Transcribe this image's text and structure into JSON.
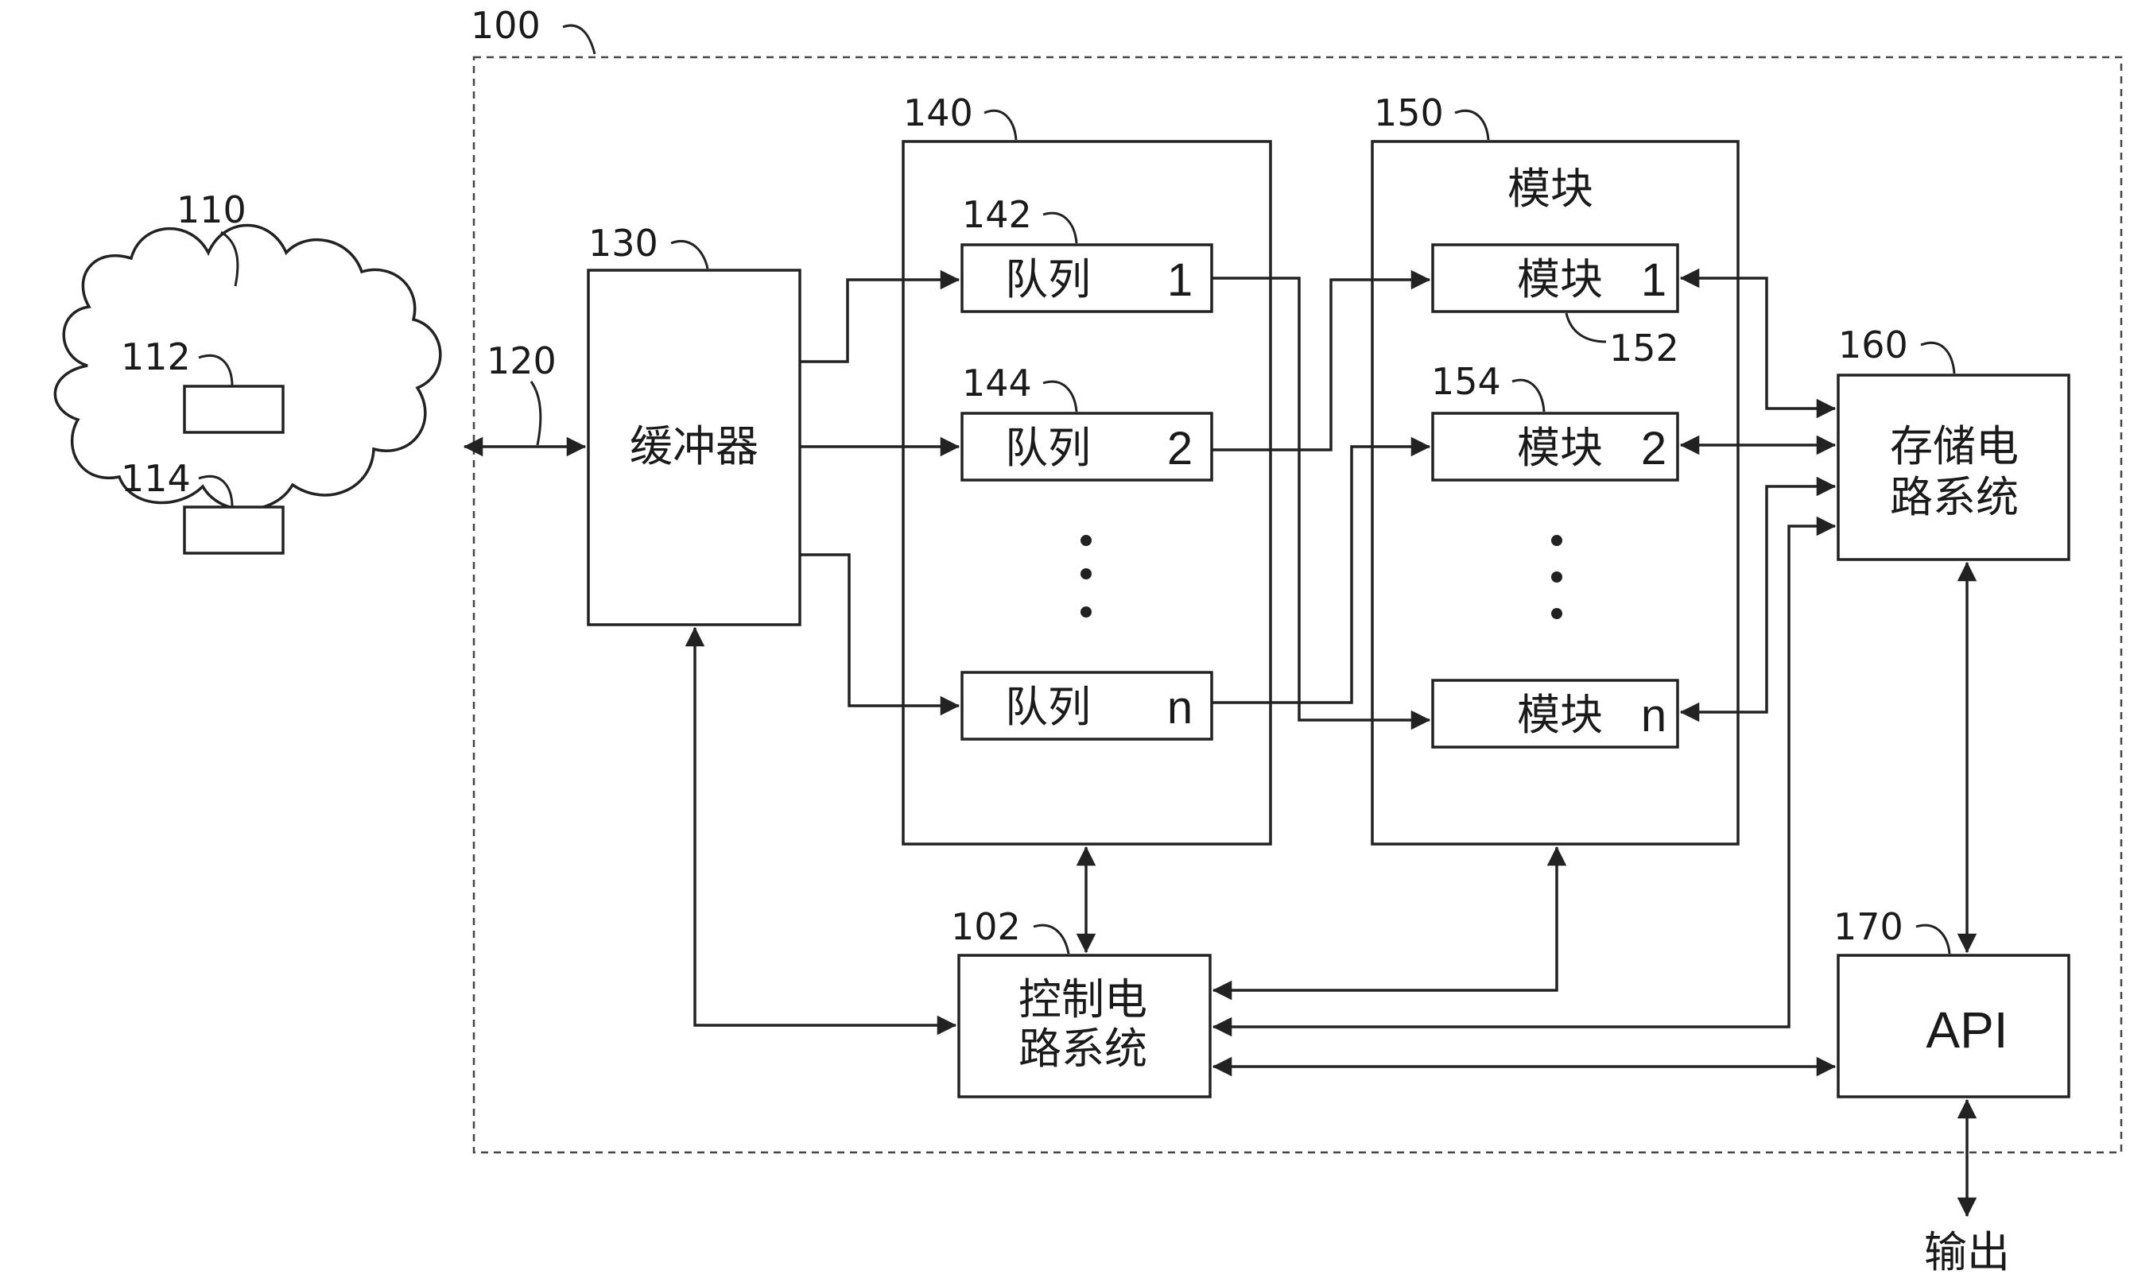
{
  "refs": {
    "system": "100",
    "control": "102",
    "network": "110",
    "device_a": "112",
    "device_b": "114",
    "link": "120",
    "buffer": "130",
    "queue_group": "140",
    "queue_1": "142",
    "queue_2": "144",
    "module_group": "150",
    "module_1": "152",
    "module_2": "154",
    "storage": "160",
    "api": "170"
  },
  "labels": {
    "buffer": "缓冲器",
    "queue_prefix": "队列",
    "module_prefix": "模块",
    "module_group_title": "模块",
    "storage_line1": "存储电",
    "storage_line2": "路系统",
    "control_line1": "控制电",
    "control_line2": "路系统",
    "api": "API",
    "output": "输出"
  },
  "indices": {
    "first": "1",
    "second": "2",
    "last": "n"
  }
}
